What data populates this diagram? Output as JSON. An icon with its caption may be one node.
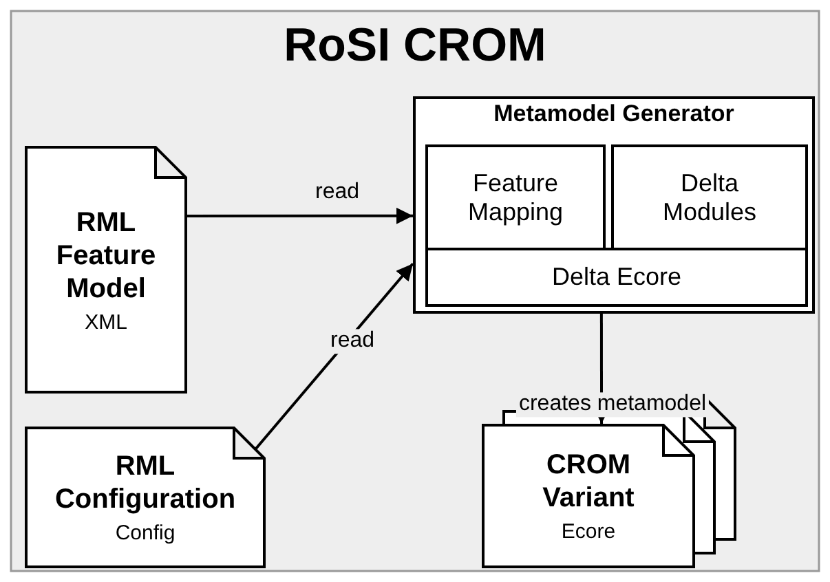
{
  "diagram": {
    "title": "RoSI CROM",
    "nodes": [
      {
        "text": [
          "RML Feature Model",
          "XML"
        ]
      },
      {
        "text": [
          "RML Configuration",
          "Config"
        ]
      },
      {
        "text": [
          "Metamodel Generator"
        ]
      },
      {
        "text": [
          "Feature Mapping"
        ],
        "in": 2
      },
      {
        "text": [
          "Delta Modules"
        ],
        "in": 2
      },
      {
        "text": [
          "Delta Ecore"
        ],
        "in": 2
      },
      {
        "text": [
          "CROM Variant",
          "Ecore"
        ]
      }
    ],
    "edges": [
      {
        "from": 0,
        "to": 2,
        "arrow": "to",
        "label": "read"
      },
      {
        "from": 1,
        "to": 2,
        "arrow": "to",
        "label": "read"
      },
      {
        "from": 2,
        "to": 6,
        "arrow": "to",
        "label": "creates metamodel"
      }
    ]
  }
}
